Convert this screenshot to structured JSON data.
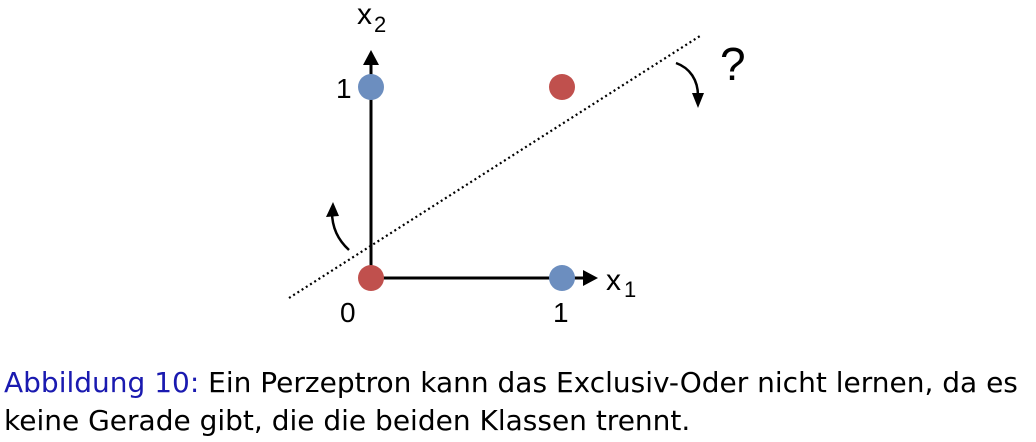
{
  "diagram": {
    "axis_x_label": "x",
    "axis_x_sub": "1",
    "axis_y_label": "x",
    "axis_y_sub": "2",
    "tick_origin": "0",
    "tick_x_one": "1",
    "tick_y_one": "1",
    "question_mark": "?",
    "points": [
      {
        "x1": 0,
        "x2": 0,
        "class": "red"
      },
      {
        "x1": 1,
        "x2": 0,
        "class": "blue"
      },
      {
        "x1": 0,
        "x2": 1,
        "class": "blue"
      },
      {
        "x1": 1,
        "x2": 1,
        "class": "red"
      }
    ],
    "colors": {
      "red": "#c0504d",
      "blue": "#6c8ebf",
      "line": "#000000"
    }
  },
  "caption": {
    "label": "Abbildung 10:",
    "text": " Ein Perzeptron kann das Exclusiv-Oder nicht lernen, da es keine Gerade gibt, die die beiden Klassen trennt."
  }
}
